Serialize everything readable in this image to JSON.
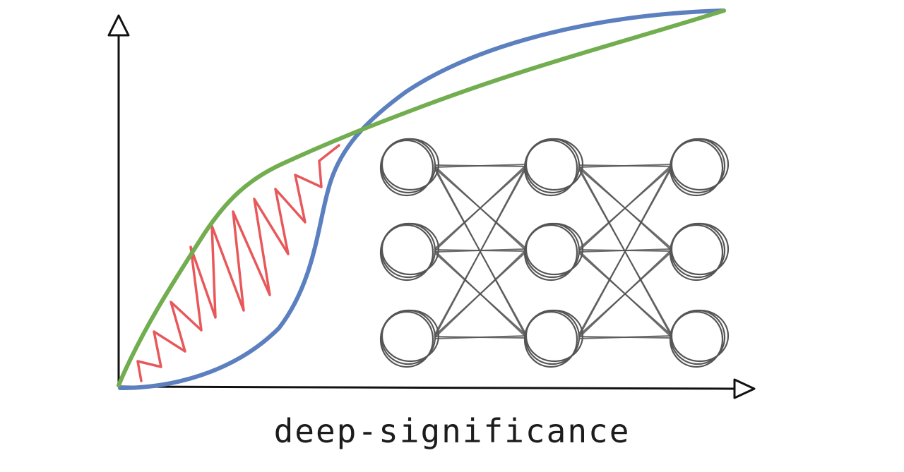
{
  "logo": {
    "caption": "deep-significance",
    "colors": {
      "axis": "#111111",
      "blue_curve": "#5b7fbf",
      "green_curve": "#72ad50",
      "red_zigzag": "#e8585a",
      "network": "#555555",
      "background": "#ffffff"
    },
    "network": {
      "layers": 3,
      "nodes_per_layer": 3
    }
  }
}
